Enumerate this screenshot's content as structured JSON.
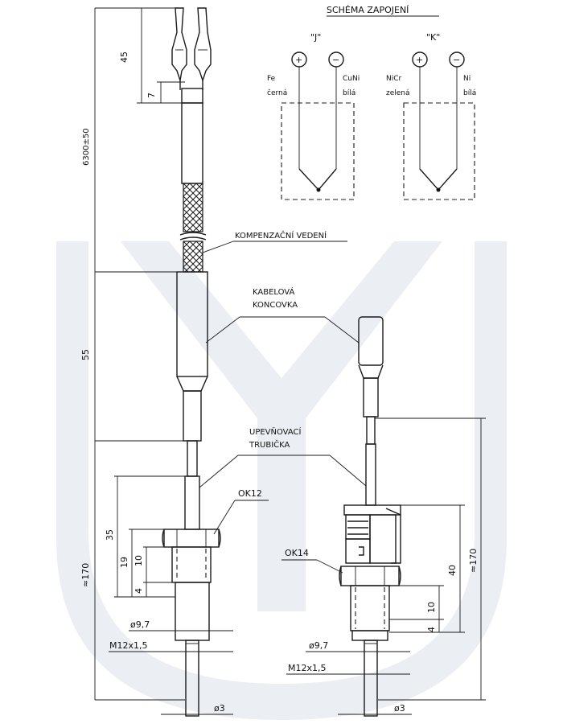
{
  "schema": {
    "title": "SCHÉMA ZAPOJENÍ",
    "type_j": {
      "label": "\"J\"",
      "plus": "+",
      "minus": "−",
      "left_material": "Fe",
      "left_color": "černá",
      "right_material": "CuNi",
      "right_color": "bílá"
    },
    "type_k": {
      "label": "\"K\"",
      "plus": "+",
      "minus": "−",
      "left_material": "NiCr",
      "left_color": "zelená",
      "right_material": "Ni",
      "right_color": "bílá"
    }
  },
  "labels": {
    "cable": "KOMPENZAČNÍ VEDENÍ",
    "terminal_line1": "KABELOVÁ",
    "terminal_line2": "KONCOVKA",
    "tube_line1": "UPEVŇOVACÍ",
    "tube_line2": "TRUBIČKA",
    "nut_left": "OK12",
    "nut_right": "OK14"
  },
  "dimensions": {
    "d45": "45",
    "d7": "7",
    "d6300": "6300±50",
    "d55": "55",
    "d170_left": "≈170",
    "d35": "35",
    "d19": "19",
    "d10_left": "10",
    "d4_left": "4",
    "d97_left": "ø9,7",
    "m12_left": "M12x1,5",
    "d3_left": "ø3",
    "d40": "40",
    "d170_right": "≈170",
    "d10_right": "10",
    "d4_right": "4",
    "d97_right": "ø9,7",
    "m12_right": "M12x1,5",
    "d3_right": "ø3"
  }
}
